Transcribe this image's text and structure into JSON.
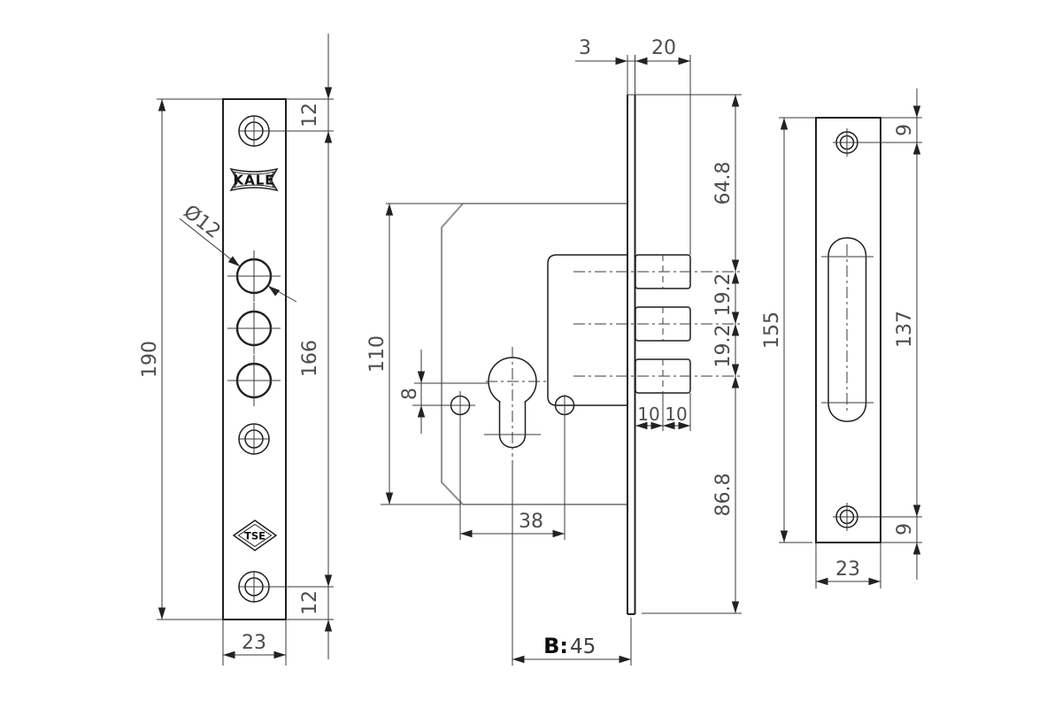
{
  "front_view": {
    "overall_height": "190",
    "screw_span": "166",
    "screw_top_offset": "12",
    "screw_bottom_offset": "12",
    "plate_width": "23",
    "bolt_hole_diameter": "Ø12",
    "brand_logo": "KALE",
    "cert_logo": "TSE"
  },
  "side_view": {
    "faceplate_thickness": "3",
    "bolt_throw": "20",
    "top_to_first_bolt": "64.8",
    "bolt_pitch_a": "19.2",
    "bolt_pitch_b": "19.2",
    "bolt_half_a": "10",
    "bolt_half_b": "10",
    "third_bolt_to_bottom": "86.8",
    "case_height": "110",
    "cylinder_to_screw": "8",
    "fixing_screw_span": "38",
    "backset_label": "B:",
    "backset_value": "45"
  },
  "strike_view": {
    "overall_height": "155",
    "screw_span": "137",
    "screw_top_offset": "9",
    "screw_bottom_offset": "9",
    "plate_width": "23"
  }
}
